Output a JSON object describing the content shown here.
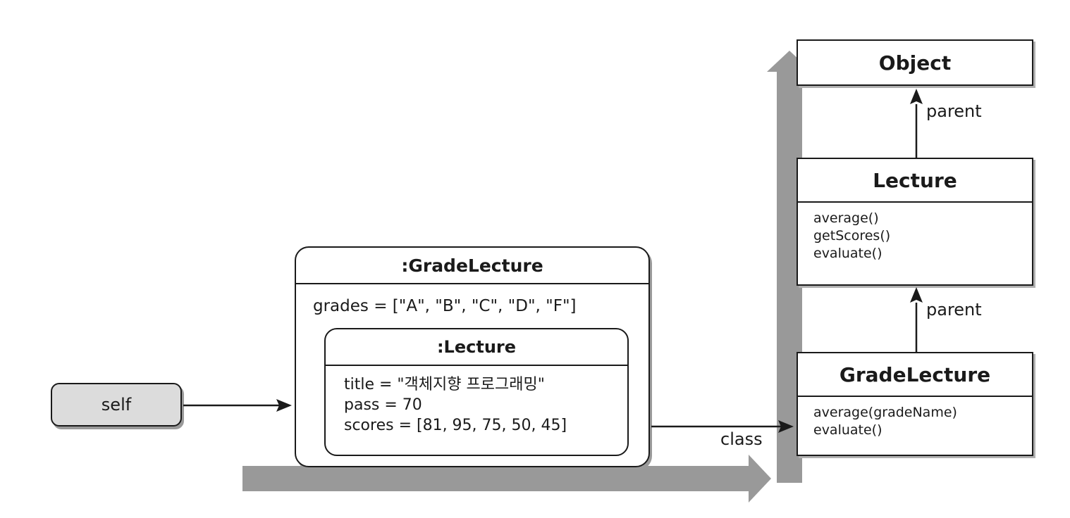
{
  "self_box": {
    "label": "self"
  },
  "instance": {
    "title": ":GradeLecture",
    "attribute": "grades = [\"A\", \"B\", \"C\", \"D\", \"F\"]",
    "parent_instance": {
      "title": ":Lecture",
      "attributes": [
        "title = \"객체지향 프로그래밍\"",
        "pass = 70",
        "scores = [81, 95, 75, 50, 45]"
      ]
    }
  },
  "classes": {
    "object": {
      "title": "Object"
    },
    "lecture": {
      "title": "Lecture",
      "methods": [
        "average()",
        "getScores()",
        "evaluate()"
      ]
    },
    "grade_lecture": {
      "title": "GradeLecture",
      "methods": [
        "average(gradeName)",
        "evaluate()"
      ]
    }
  },
  "links": {
    "parent_label": "parent",
    "class_label": "class"
  },
  "colors": {
    "flow_arrow": "#999999",
    "self_fill": "#dcdcdc",
    "stroke": "#1a1a1a"
  }
}
